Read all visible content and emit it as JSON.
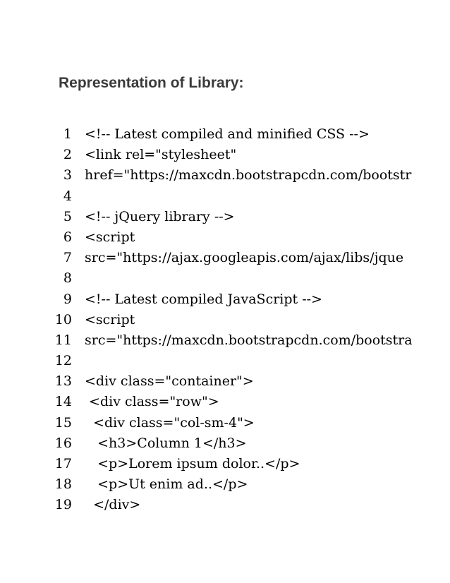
{
  "heading": "Representation of Library:",
  "code_lines": [
    {
      "num": "1",
      "text": "<!-- Latest compiled and minified CSS -->"
    },
    {
      "num": "2",
      "text": "<link rel=\"stylesheet\""
    },
    {
      "num": "3",
      "text": "href=\"https://maxcdn.bootstrapcdn.com/bootstr"
    },
    {
      "num": "4",
      "text": ""
    },
    {
      "num": "5",
      "text": "<!-- jQuery library -->"
    },
    {
      "num": "6",
      "text": "<script"
    },
    {
      "num": "7",
      "text": "src=\"https://ajax.googleapis.com/ajax/libs/jque"
    },
    {
      "num": "8",
      "text": ""
    },
    {
      "num": "9",
      "text": "<!-- Latest compiled JavaScript -->"
    },
    {
      "num": "10",
      "text": "<script"
    },
    {
      "num": "11",
      "text": "src=\"https://maxcdn.bootstrapcdn.com/bootstra"
    },
    {
      "num": "12",
      "text": ""
    },
    {
      "num": "13",
      "text": "<div class=\"container\">"
    },
    {
      "num": "14",
      "text": " <div class=\"row\">"
    },
    {
      "num": "15",
      "text": "  <div class=\"col-sm-4\">"
    },
    {
      "num": "16",
      "text": "   <h3>Column 1</h3>"
    },
    {
      "num": "17",
      "text": "   <p>Lorem ipsum dolor..</p>"
    },
    {
      "num": "18",
      "text": "   <p>Ut enim ad..</p>"
    },
    {
      "num": "19",
      "text": "  </div>"
    }
  ]
}
